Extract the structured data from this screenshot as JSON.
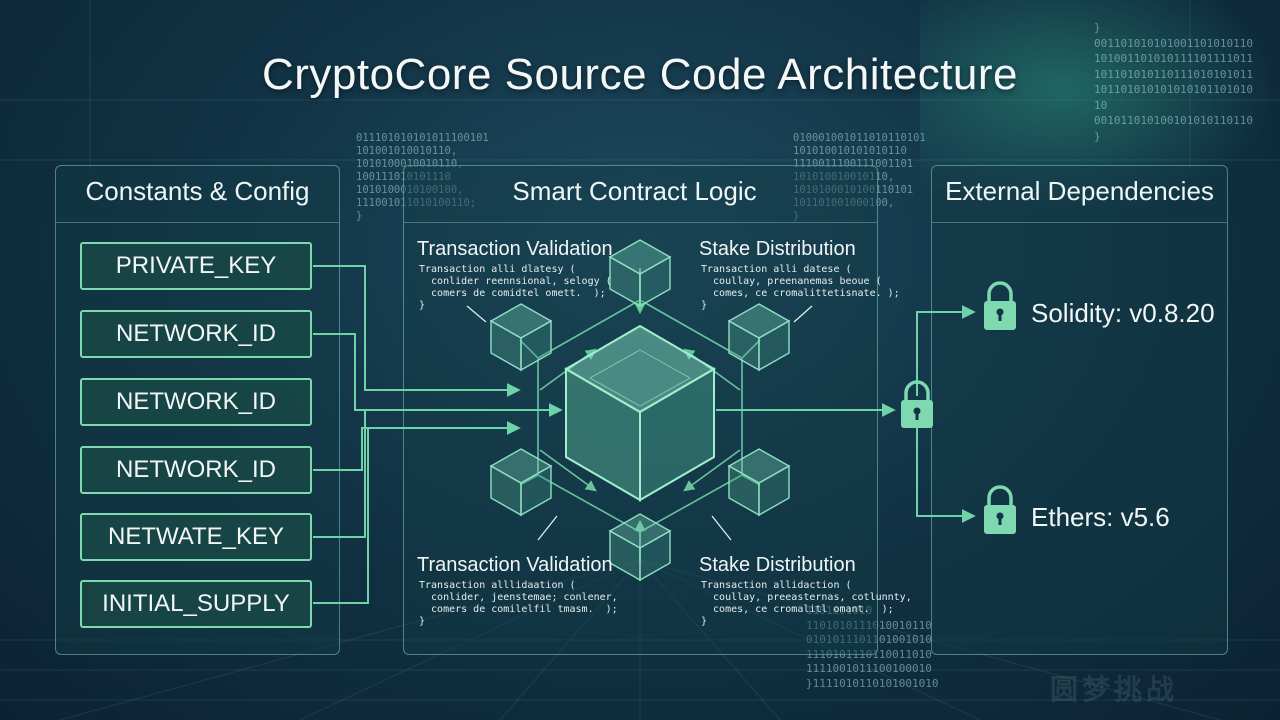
{
  "title": "CryptoCore Source Code Architecture",
  "binary_blocks": {
    "top_center_left": "011101010101011100101\n101001010010110,\n1010100010010110,\n100111010101110\n1010100010100100,\n111001011010100110;\n}",
    "top_center_right": "010001001011010110101\n101010010101010110\n1110011100111001101\n101010010010110,\n1010100010100110101\n101101001000100,\n}",
    "top_right": "}\n001101010101001101010110\n101001101010111101111011\n101101010110111010101011\n101101010101010101101010\n10\n001011010100101010110110\n}",
    "bottom_right": "1101001010\n1101010111010010110\n0101011101101001010\n1110101110110011010\n1111001011100100010\n}1111010110101001010"
  },
  "panels": {
    "constants": {
      "title": "Constants & Config",
      "items": [
        "PRIVATE_KEY",
        "NETWORK_ID",
        "NETWORK_ID",
        "NETWORK_ID",
        "NETWATE_KEY",
        "INITIAL_SUPPLY"
      ]
    },
    "logic": {
      "title": "Smart Contract Logic",
      "nodes": [
        {
          "label": "Transaction Validation",
          "code": "Transaction alli dlatesy (\n  conlider reennsional, selogy (\n  comers de comidtel omett.  );\n}"
        },
        {
          "label": "Stake Distribution",
          "code": "Transaction alli datese (\n  coullay, preenanemas beoue (\n  comes, ce cromalittetisnate. );\n}"
        },
        {
          "label": "Transaction Validation",
          "code": "Transaction alllidaation (\n  conlider, jeenstemae; conlener,\n  comers de comilelfil tmasm.  );\n}"
        },
        {
          "label": "Stake Distribution",
          "code": "Transaction allidaction (\n  coullay, preeasternas, cotlunnty,\n  comes, ce cromalitl omant.  );\n}"
        }
      ]
    },
    "dependencies": {
      "title": "External Dependencies",
      "items": [
        {
          "label": "Solidity: v0.8.20",
          "icon": "lock-icon"
        },
        {
          "label": "Ethers: v5.6",
          "icon": "lock-icon"
        }
      ]
    }
  },
  "colors": {
    "accent": "#7ed9b0",
    "line": "#6fd3a8",
    "cube_fill": "#5fb8a0"
  },
  "watermark": "圆梦挑战"
}
